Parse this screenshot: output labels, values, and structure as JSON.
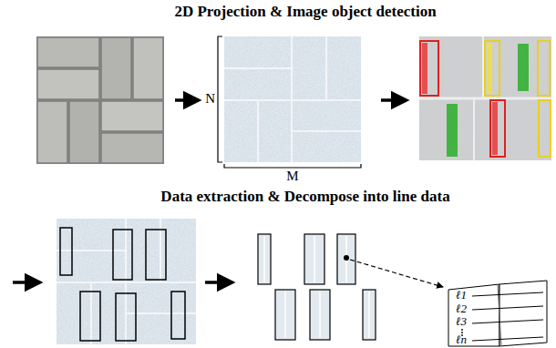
{
  "diagram": {
    "title": "2D Projection & Image object detection",
    "labels": [
      "Data extraction & Decompose into line data",
      "N",
      "M",
      "ℓ1",
      "ℓ2",
      "ℓ3",
      "ℓn"
    ]
  }
}
